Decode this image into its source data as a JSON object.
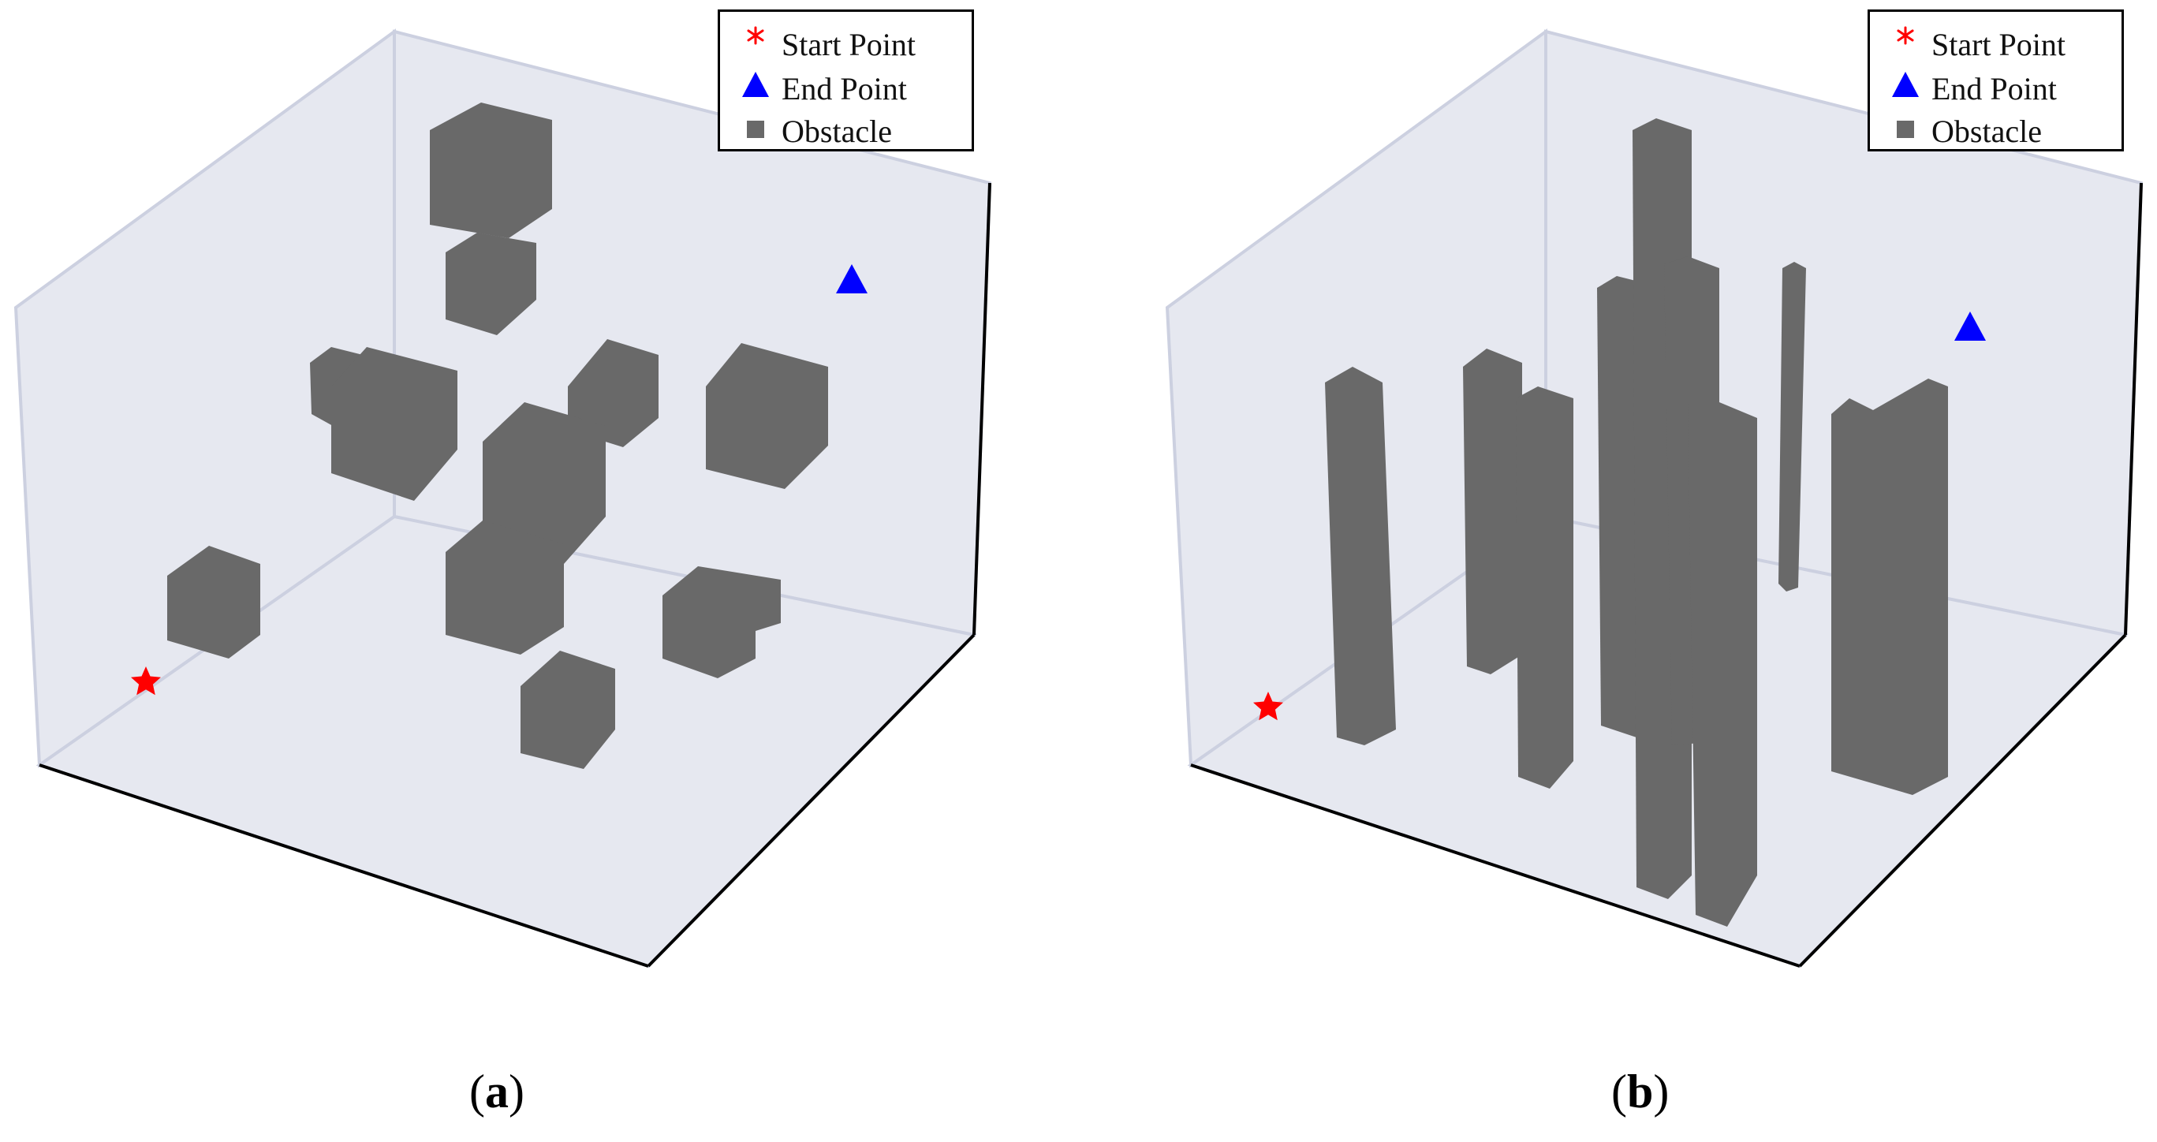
{
  "panels": [
    {
      "id": "a",
      "caption_letter": "a",
      "legend": [
        {
          "marker": "red-asterisk",
          "label": "Start Point",
          "color": "#ff0000"
        },
        {
          "marker": "blue-triangle",
          "label": "End Point",
          "color": "#0000ff"
        },
        {
          "marker": "gray-square",
          "label": "Obstacle",
          "color": "#696969"
        }
      ]
    },
    {
      "id": "b",
      "caption_letter": "b",
      "legend": [
        {
          "marker": "red-asterisk",
          "label": "Start Point",
          "color": "#ff0000"
        },
        {
          "marker": "blue-triangle",
          "label": "End Point",
          "color": "#0000ff"
        },
        {
          "marker": "gray-square",
          "label": "Obstacle",
          "color": "#696969"
        }
      ]
    }
  ],
  "colors": {
    "pane": "#e6e8f0",
    "pane_edge": "#c8ccdc",
    "obstacle": "#696969",
    "start": "#ff0000",
    "end": "#0000ff",
    "axis": "#000000"
  }
}
